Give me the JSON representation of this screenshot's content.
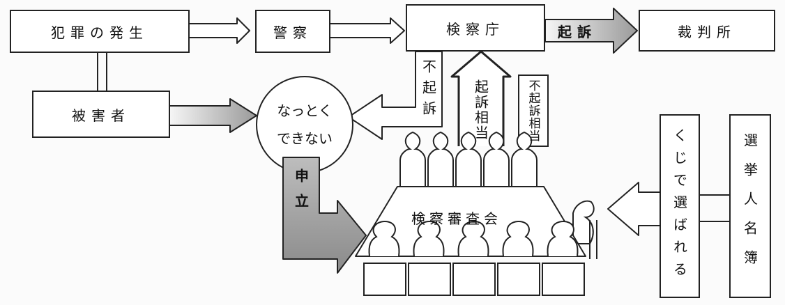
{
  "nodes": {
    "crime": "犯罪の発生",
    "police": "警察",
    "prosecutor": "検察庁",
    "court": "裁判所",
    "victim": "被害者",
    "not_convinced_1": "なっとく",
    "not_convinced_2": "できない",
    "review_board": "検察審査会",
    "lottery": "くじで選ばれる",
    "voter_list": "選挙人名簿"
  },
  "edges": {
    "indict": "起訴",
    "non_indict": "不起訴",
    "indict_appropriate": "起訴相当",
    "non_indict_appropriate": "不起訴相当",
    "petition": "申立"
  }
}
